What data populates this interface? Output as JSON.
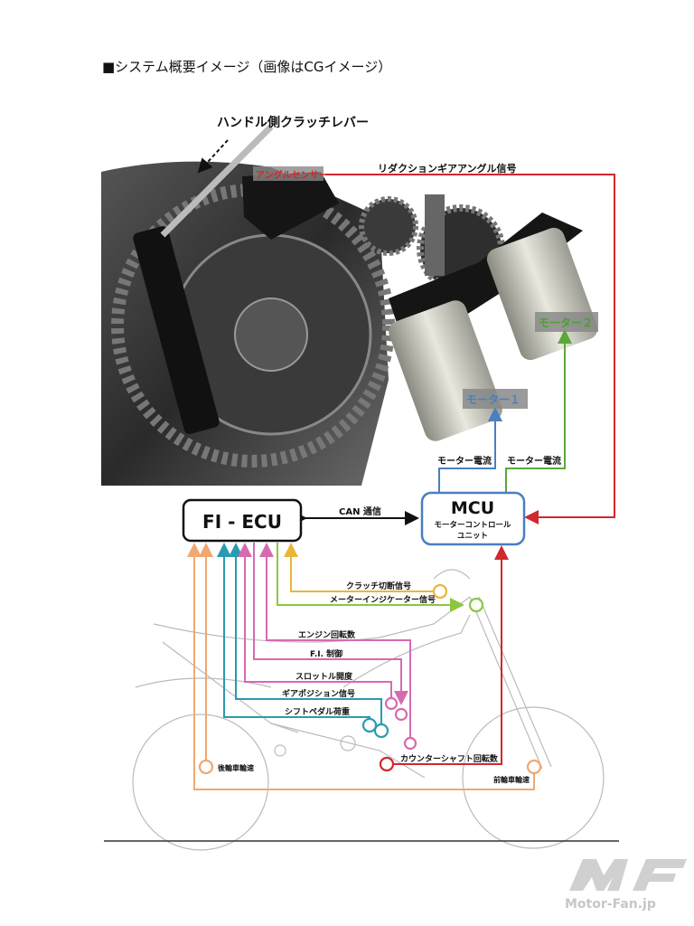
{
  "title": "■システム概要イメージ（画像はCGイメージ）",
  "labels": {
    "clutch_lever": "ハンドル側クラッチレバー",
    "angle_sensor": "アングルセンサー",
    "reduction_gear_angle_signal": "リダクションギアアングル信号",
    "motor1": "モーター１",
    "motor2": "モーター２",
    "motor_current1": "モーター電流",
    "motor_current2": "モーター電流",
    "can": "CAN 通信",
    "fi_ecu": "FI - ECU",
    "mcu": "MCU",
    "mcu_sub1": "モーターコントロール",
    "mcu_sub2": "ユニット",
    "clutch_cut": "クラッチ切断信号",
    "meter_indicator": "メーターインジケーター信号",
    "engine_rpm": "エンジン回転数",
    "fi_control": "F.I. 制御",
    "throttle": "スロットル開度",
    "gear_position": "ギアポジション信号",
    "shift_pedal": "シフトペダル荷重",
    "countershaft": "カウンターシャフト回転数",
    "rear_wheel_speed": "後輪車輪速",
    "front_wheel_speed": "前輪車輪速"
  },
  "watermark": "Motor-Fan.jp",
  "colors": {
    "red": "#d0282e",
    "blue": "#4a7fc0",
    "green": "#5aa83a",
    "lime": "#8cc63f",
    "yellow": "#e8b63a",
    "orange": "#f0a870",
    "magenta": "#d66ab0",
    "teal": "#2a9bb0"
  }
}
